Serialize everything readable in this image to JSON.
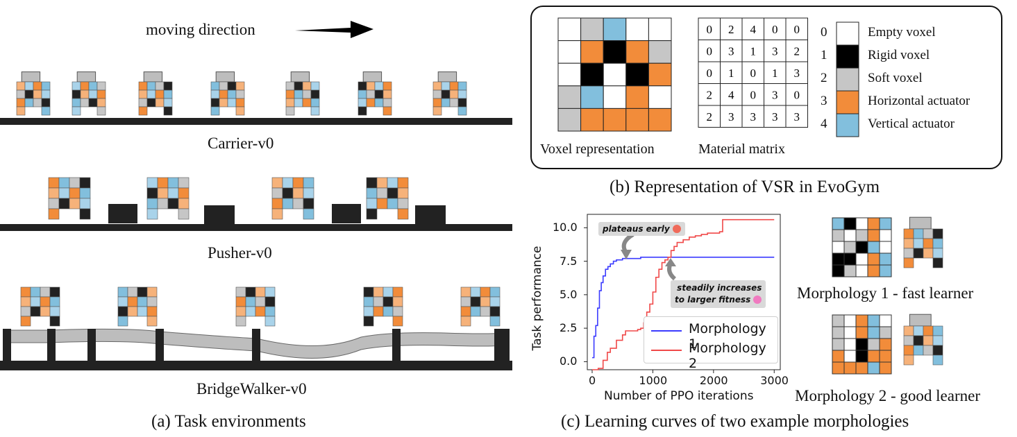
{
  "panel_a": {
    "moving_direction": "moving direction",
    "env1": "Carrier-v0",
    "env2": "Pusher-v0",
    "env3": "BridgeWalker-v0",
    "caption": "(a) Task environments"
  },
  "panel_b": {
    "voxel_caption": "Voxel representation",
    "matrix_caption": "Material matrix",
    "matrix": [
      [
        0,
        2,
        4,
        0,
        0
      ],
      [
        0,
        3,
        1,
        3,
        2
      ],
      [
        0,
        1,
        0,
        1,
        3
      ],
      [
        2,
        4,
        0,
        3,
        0
      ],
      [
        2,
        3,
        3,
        3,
        3
      ]
    ],
    "legend": [
      {
        "code": "0",
        "label": "Empty voxel",
        "color": "#ffffff"
      },
      {
        "code": "1",
        "label": "Rigid voxel",
        "color": "#000000"
      },
      {
        "code": "2",
        "label": "Soft voxel",
        "color": "#c6c6c6"
      },
      {
        "code": "3",
        "label": "Horizontal actuator",
        "color": "#f28c3a"
      },
      {
        "code": "4",
        "label": "Vertical actuator",
        "color": "#82bfdd"
      }
    ],
    "caption": "(b) Representation of VSR in EvoGym"
  },
  "panel_c": {
    "caption": "(c) Learning curves of two example morphologies",
    "annotation_1": "plateaus early",
    "annotation_2a": "steadily increases",
    "annotation_2b": "to larger fitness",
    "morph1_label": "Morphology 1 - fast learner",
    "morph2_label": "Morphology 2 - good learner",
    "morph1_grid": [
      [
        4,
        1,
        0,
        3,
        4
      ],
      [
        2,
        0,
        2,
        3,
        0
      ],
      [
        0,
        2,
        1,
        4,
        0
      ],
      [
        1,
        1,
        0,
        3,
        4
      ],
      [
        1,
        2,
        0,
        3,
        4
      ]
    ],
    "morph2_grid": [
      [
        2,
        0,
        3,
        4,
        0
      ],
      [
        2,
        0,
        3,
        4,
        2
      ],
      [
        2,
        0,
        1,
        2,
        3
      ],
      [
        3,
        0,
        1,
        3,
        3
      ],
      [
        3,
        3,
        3,
        4,
        3
      ]
    ]
  },
  "chart_data": {
    "type": "line",
    "xlabel": "Number of PPO iterations",
    "ylabel": "Task performance",
    "xlim": [
      0,
      3000
    ],
    "ylim": [
      -0.6,
      11.0
    ],
    "xticks": [
      "0",
      "1000",
      "2000",
      "3000"
    ],
    "yticks": [
      "0.0",
      "2.5",
      "5.0",
      "7.5",
      "10.0"
    ],
    "xtick_values": [
      0,
      1000,
      2000,
      3000
    ],
    "ytick_values": [
      0,
      2.5,
      5.0,
      7.5,
      10.0
    ],
    "series": [
      {
        "name": "Morphology 1",
        "color": "#3b3bff",
        "x": [
          0,
          30,
          60,
          90,
          120,
          150,
          180,
          220,
          260,
          300,
          350,
          400,
          450,
          500,
          600,
          800,
          1200,
          2000,
          3000
        ],
        "y": [
          0.3,
          1.9,
          2.7,
          4.0,
          5.3,
          5.9,
          6.4,
          6.9,
          7.1,
          7.3,
          7.5,
          7.6,
          7.6,
          7.7,
          7.7,
          7.8,
          7.8,
          7.8,
          7.8
        ]
      },
      {
        "name": "Morphology 2",
        "color": "#f04848",
        "x": [
          0,
          100,
          180,
          250,
          300,
          400,
          500,
          550,
          650,
          750,
          800,
          850,
          900,
          950,
          1000,
          1050,
          1100,
          1150,
          1200,
          1250,
          1300,
          1350,
          1400,
          1500,
          1600,
          1700,
          1800,
          1900,
          2000,
          2100,
          2150,
          2200,
          2500,
          3000
        ],
        "y": [
          -0.6,
          -0.5,
          0.1,
          0.7,
          1.0,
          1.6,
          2.0,
          2.3,
          2.3,
          2.4,
          2.5,
          2.9,
          3.7,
          4.3,
          5.2,
          6.3,
          6.9,
          7.4,
          7.6,
          7.8,
          8.3,
          8.6,
          8.9,
          9.1,
          9.3,
          9.4,
          9.5,
          9.6,
          9.6,
          9.7,
          10.6,
          10.6,
          10.6,
          10.6
        ]
      }
    ]
  }
}
